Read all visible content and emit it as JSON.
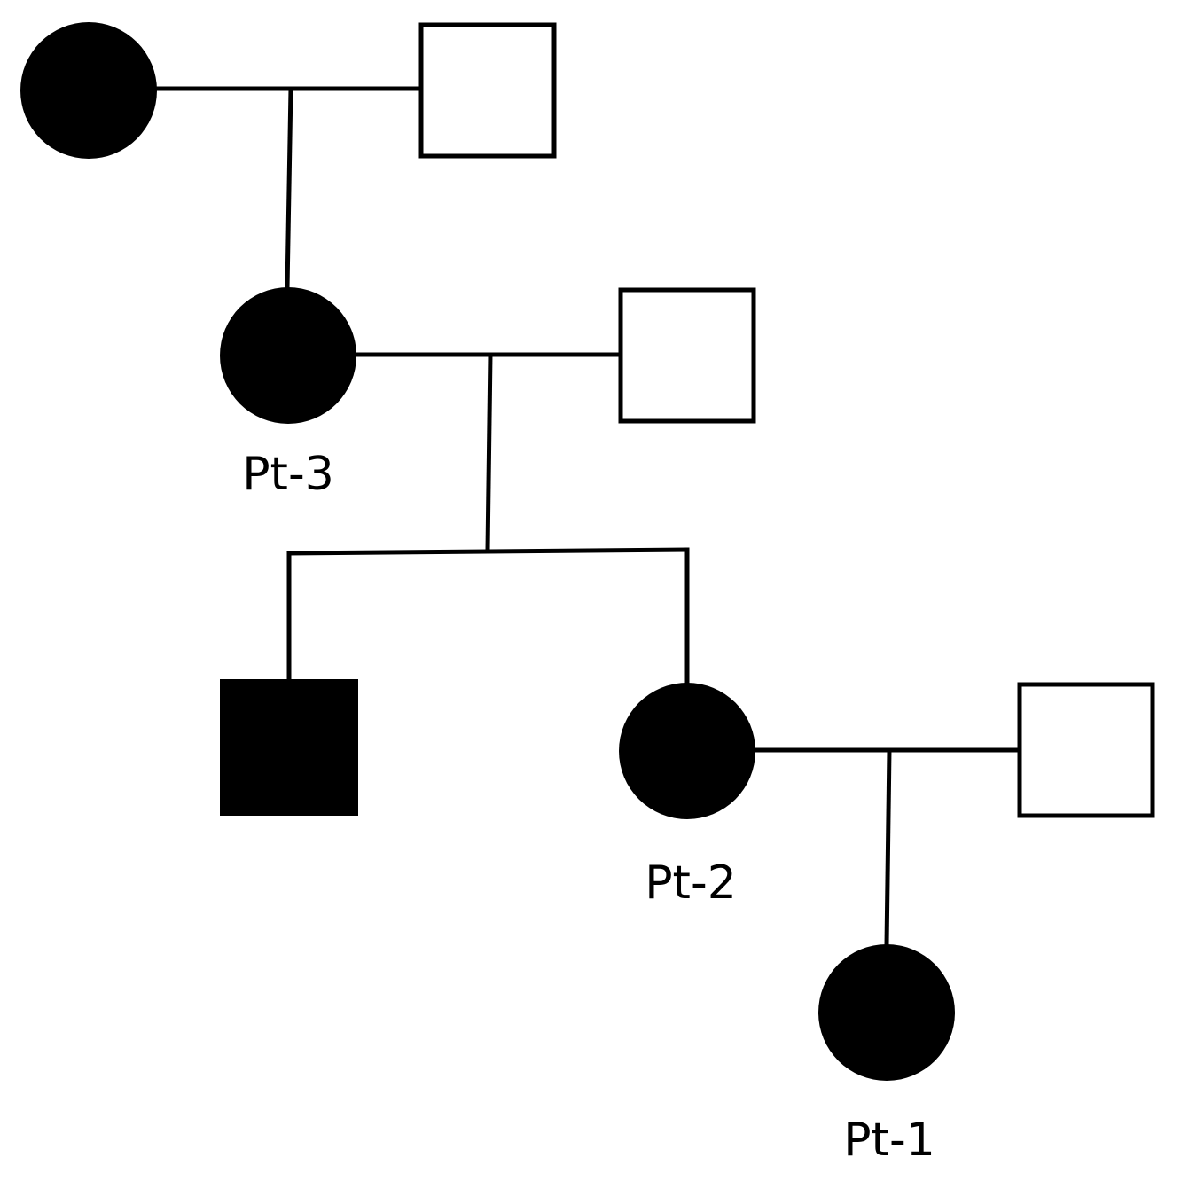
{
  "pedigree": {
    "colors": {
      "affected": "#000000",
      "unaffected": "#ffffff",
      "line": "#000000"
    },
    "individuals": [
      {
        "id": "gen1-female",
        "sex": "female",
        "affected": true,
        "label": ""
      },
      {
        "id": "gen1-male",
        "sex": "male",
        "affected": false,
        "label": ""
      },
      {
        "id": "gen2-female",
        "sex": "female",
        "affected": true,
        "label": "Pt-3"
      },
      {
        "id": "gen2-male",
        "sex": "male",
        "affected": false,
        "label": ""
      },
      {
        "id": "gen3-male",
        "sex": "male",
        "affected": true,
        "label": ""
      },
      {
        "id": "gen3-female",
        "sex": "female",
        "affected": true,
        "label": "Pt-2"
      },
      {
        "id": "gen3-partner-male",
        "sex": "male",
        "affected": false,
        "label": ""
      },
      {
        "id": "gen4-female",
        "sex": "female",
        "affected": true,
        "label": "Pt-1"
      }
    ]
  }
}
